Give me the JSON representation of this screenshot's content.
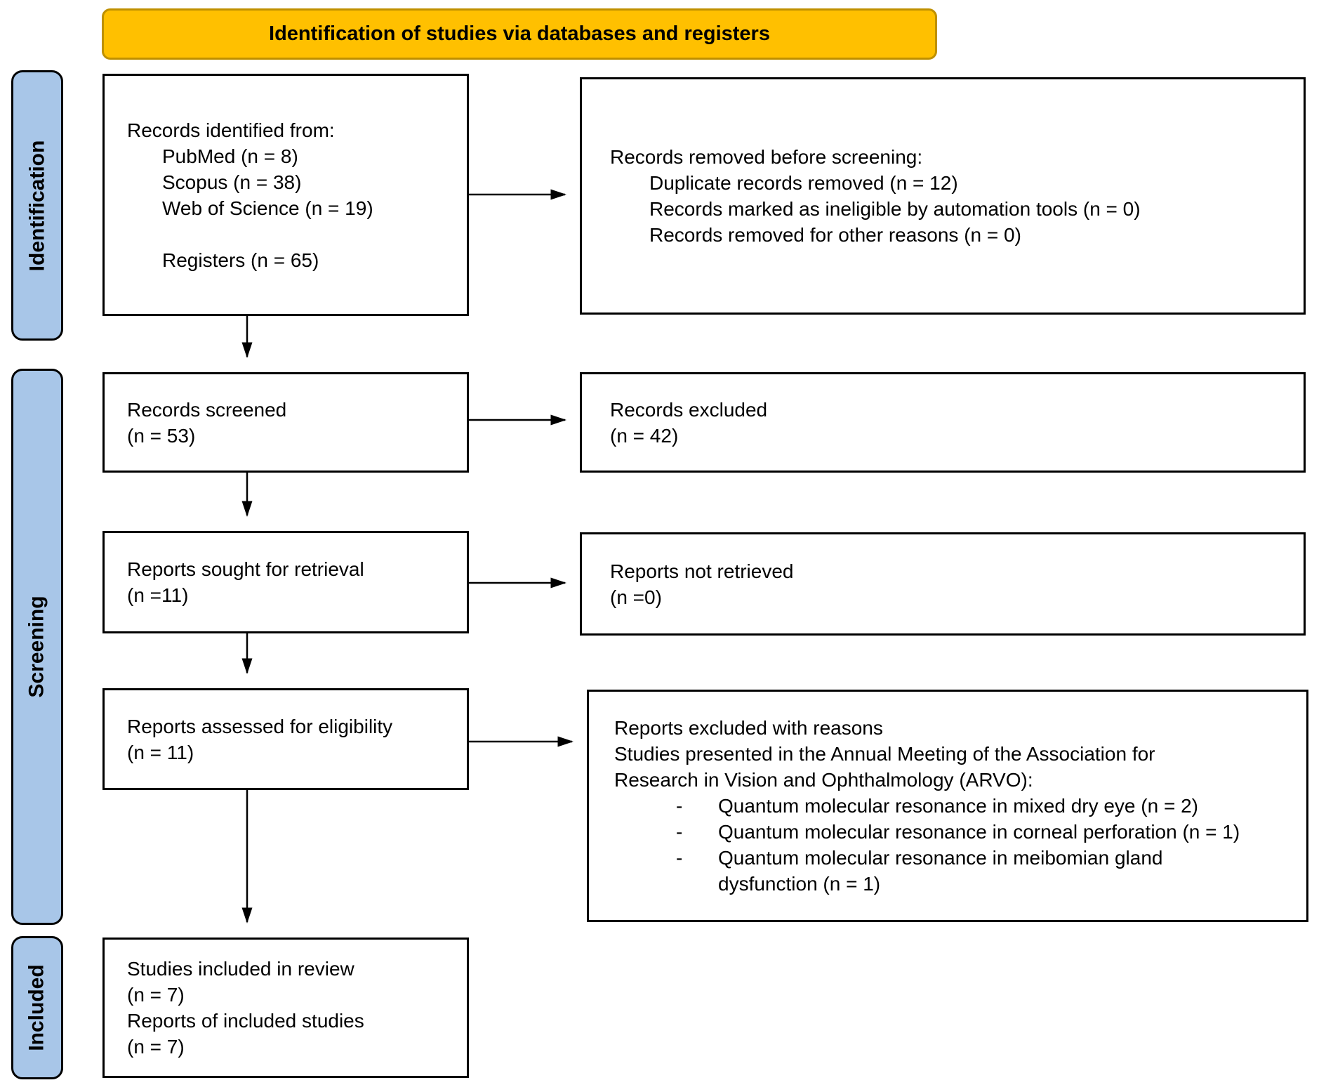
{
  "header": {
    "title": "Identification of studies via databases and registers"
  },
  "stages": {
    "identification": "Identification",
    "screening": "Screening",
    "included": "Included"
  },
  "boxes": {
    "identified": {
      "title": "Records identified from:",
      "sources": [
        "PubMed (n = 8)",
        "Scopus (n = 38)",
        "Web of Science (n = 19)"
      ],
      "registers": "Registers (n = 65)"
    },
    "removed": {
      "title": "Records removed before screening:",
      "items": [
        "Duplicate records removed (n = 12)",
        "Records marked as ineligible by automation tools (n = 0)",
        "Records removed for other reasons (n = 0)"
      ]
    },
    "screened": {
      "line1": "Records screened",
      "line2": "(n = 53)"
    },
    "excluded": {
      "line1": "Records excluded",
      "line2": "(n = 42)"
    },
    "sought": {
      "line1": "Reports sought for retrieval",
      "line2": "(n =11)"
    },
    "not_retrieved": {
      "line1": "Reports not retrieved",
      "line2": "(n =0)"
    },
    "assessed": {
      "line1": "Reports assessed for eligibility",
      "line2": "(n = 11)"
    },
    "reasons": {
      "line1": "Reports excluded with reasons",
      "line2": "Studies presented in the Annual Meeting of the Association for",
      "line3": "Research in Vision and Ophthalmology (ARVO):",
      "bullet_marker": "-",
      "bullets": [
        [
          "Quantum molecular resonance in mixed dry eye (n = 2)"
        ],
        [
          "Quantum molecular resonance in corneal perforation (n = 1)"
        ],
        [
          "Quantum molecular resonance in meibomian gland",
          "dysfunction (n = 1)"
        ]
      ]
    },
    "included_box": {
      "line1": "Studies included in review",
      "line2": "(n = 7)",
      "line3": "Reports of included studies",
      "line4": "(n = 7)"
    }
  },
  "colors": {
    "banner_fill": "#FFC000",
    "banner_border": "#BF9000",
    "stage_fill": "#A8C6E8",
    "box_border": "#000000"
  }
}
